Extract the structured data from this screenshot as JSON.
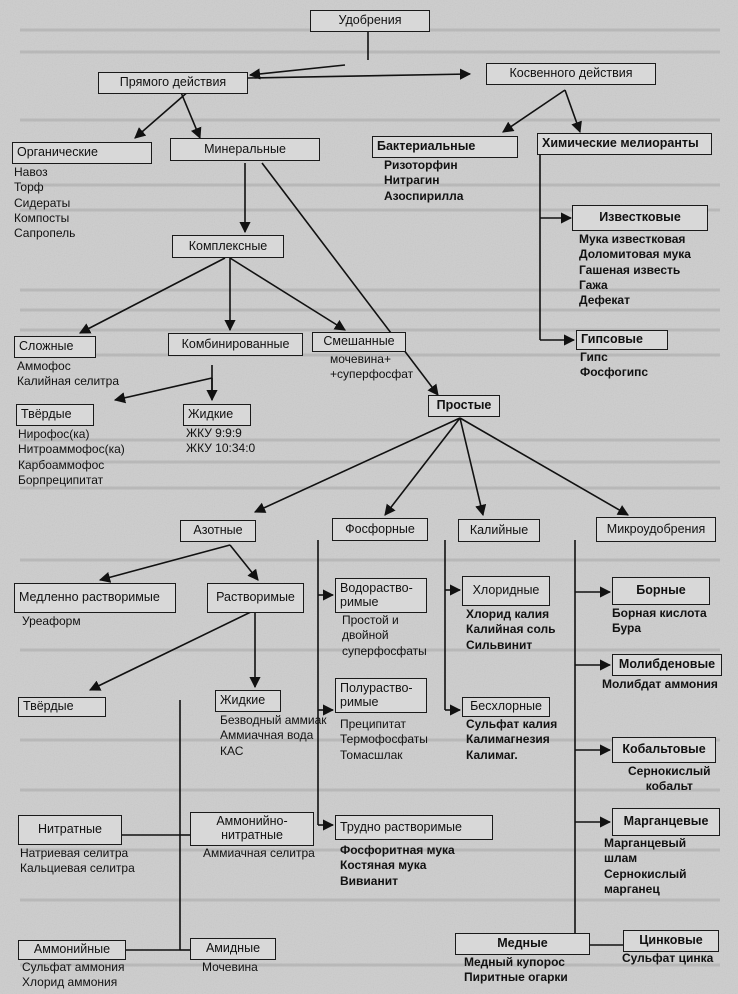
{
  "root": "Удобрения",
  "direct": "Прямого действия",
  "indirect": "Косвенного действия",
  "organic": {
    "title": "Органические",
    "items": [
      "Навоз",
      "Торф",
      "Сидераты",
      "Компосты",
      "Сапропель"
    ]
  },
  "mineral": "Минеральные",
  "bacterial": {
    "title": "Бактериальные",
    "items": [
      "Ризоторфин",
      "Нитрагин",
      "Азоспирилла"
    ]
  },
  "chem_melior": "Химические мелиоранты",
  "lime": {
    "title": "Известковые",
    "items": [
      "Мука известковая",
      "Доломитовая мука",
      "Гашеная известь",
      "Гажа",
      "Дефекат"
    ]
  },
  "gypsum": {
    "title": "Гипсовые",
    "items": [
      "Гипс",
      "Фосфогипс"
    ]
  },
  "complex": "Комплексные",
  "compound": {
    "title": "Сложные",
    "items": [
      "Аммофос",
      "Калийная селитра"
    ]
  },
  "combined": "Комбинированные",
  "mixed": {
    "title": "Смешанные",
    "items": [
      "мочевина+",
      "+суперфосфат"
    ]
  },
  "solid_c": {
    "title": "Твёрдые",
    "items": [
      "Нирофос(ка)",
      "Нитроаммофос(ка)",
      "Карбоаммофос",
      "Борпреципитат"
    ]
  },
  "liquid_c": {
    "title": "Жидкие",
    "items": [
      "ЖКУ 9:9:9",
      "ЖКУ 10:34:0"
    ]
  },
  "simple": "Простые",
  "nitrogen": "Азотные",
  "phosphorus": "Фосфорные",
  "potassium": "Калийные",
  "micro": "Микроудобрения",
  "slow": {
    "title": "Медленно растворимые",
    "items": [
      "Уреаформ"
    ]
  },
  "soluble": "Растворимые",
  "solid_n": "Твёрдые",
  "liquid_n": {
    "title": "Жидкие",
    "items": [
      "Безводный аммиак",
      "Аммиачная вода",
      "КАС"
    ]
  },
  "nitrate": {
    "title": "Нитратные",
    "items": [
      "Натриевая селитра",
      "Кальциевая селитра"
    ]
  },
  "amm_nitrate": {
    "title": [
      "Аммонийно-",
      "нитратные"
    ],
    "items": [
      "Аммиачная селитра"
    ]
  },
  "ammonium": {
    "title": "Аммонийные",
    "items": [
      "Сульфат аммония",
      "Хлорид аммония"
    ]
  },
  "amide": {
    "title": "Амидные",
    "items": [
      "Мочевина"
    ]
  },
  "water_sol": {
    "title": [
      "Водораство-",
      "римые"
    ],
    "items": [
      "Простой и",
      "двойной",
      "суперфосфаты"
    ]
  },
  "semi_sol": {
    "title": [
      "Полураство-",
      "римые"
    ],
    "items": [
      "Преципитат",
      "Термофосфаты",
      "Томасшлак"
    ]
  },
  "hard_sol": {
    "title": "Трудно растворимые",
    "items": [
      "Фосфоритная мука",
      "Костяная мука",
      "Вивианит"
    ]
  },
  "chloride": {
    "title": "Хлоридные",
    "items": [
      "Хлорид калия",
      "Калийная соль",
      "Сильвинит"
    ]
  },
  "chlorfree": {
    "title": "Бесхлорные",
    "items": [
      "Сульфат калия",
      "Калимагнезия",
      "Калимаг."
    ]
  },
  "boron": {
    "title": "Борные",
    "items": [
      "Борная кислота",
      "Бура"
    ]
  },
  "molyb": {
    "title": "Молибденовые",
    "items": [
      "Молибдат аммония"
    ]
  },
  "cobalt": {
    "title": "Кобальтовые",
    "items": [
      "Сернокислый",
      "кобальт"
    ]
  },
  "mangan": {
    "title": "Марганцевые",
    "items": [
      "Марганцевый",
      "шлам",
      "Сернокислый",
      "марганец"
    ]
  },
  "copper": {
    "title": "Медные",
    "items": [
      "Медный купорос",
      "Пиритные огарки"
    ]
  },
  "zinc": {
    "title": "Цинковые",
    "items": [
      "Сульфат цинка"
    ]
  }
}
